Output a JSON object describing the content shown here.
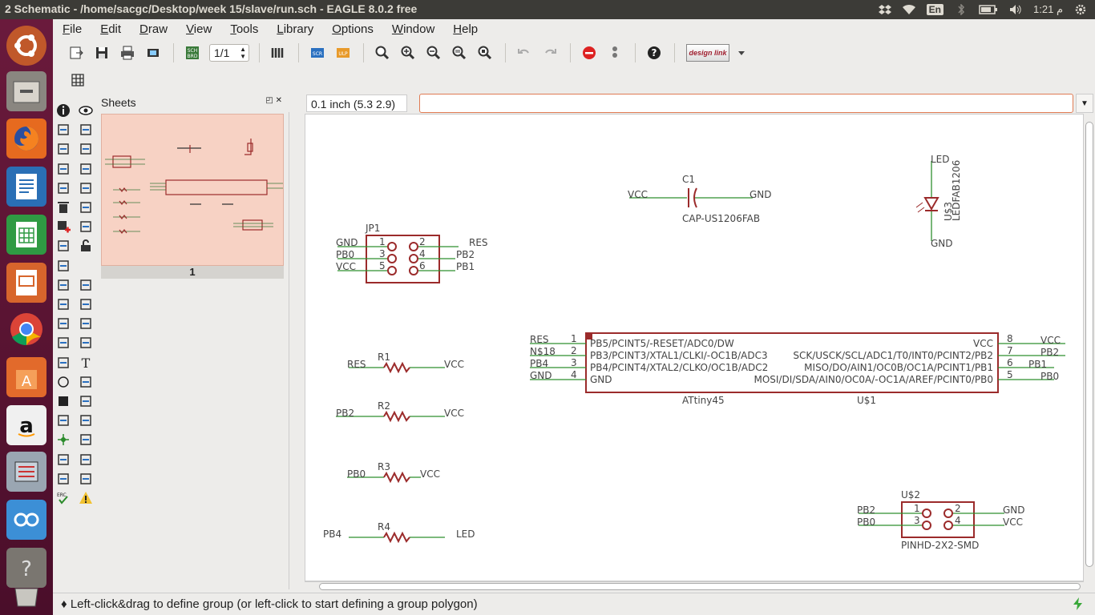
{
  "window": {
    "title": "2 Schematic - /home/sacgc/Desktop/week 15/slave/run.sch - EAGLE 8.0.2 free"
  },
  "tray": {
    "keyboard": "En",
    "time": "1:21 م"
  },
  "launcher": [
    {
      "name": "ubuntu-dash-icon"
    },
    {
      "name": "files-icon"
    },
    {
      "name": "firefox-icon"
    },
    {
      "name": "writer-icon"
    },
    {
      "name": "calc-icon"
    },
    {
      "name": "impress-icon"
    },
    {
      "name": "chrome-icon"
    },
    {
      "name": "software-center-icon"
    },
    {
      "name": "amazon-icon"
    },
    {
      "name": "eagle-app-icon"
    },
    {
      "name": "arduino-icon"
    },
    {
      "name": "trash-icon"
    }
  ],
  "menubar": [
    {
      "label": "File",
      "key": "F",
      "rest": "ile"
    },
    {
      "label": "Edit",
      "key": "E",
      "rest": "dit"
    },
    {
      "label": "Draw",
      "key": "D",
      "rest": "raw"
    },
    {
      "label": "View",
      "key": "V",
      "rest": "iew"
    },
    {
      "label": "Tools",
      "key": "T",
      "rest": "ools"
    },
    {
      "label": "Library",
      "key": "L",
      "rest": "ibrary"
    },
    {
      "label": "Options",
      "key": "O",
      "rest": "ptions"
    },
    {
      "label": "Window",
      "key": "W",
      "rest": "indow"
    },
    {
      "label": "Help",
      "key": "H",
      "rest": "elp"
    }
  ],
  "toolbar": {
    "page": "1/1",
    "design_link": "design link"
  },
  "sheets": {
    "title": "Sheets",
    "sheet_number": "1"
  },
  "coordinates": "0.1 inch (5.3 2.9)",
  "command": {
    "value": ""
  },
  "schematic": {
    "jp1": {
      "name": "JP1",
      "pins_left": [
        "1",
        "3",
        "5"
      ],
      "pins_right": [
        "2",
        "4",
        "6"
      ],
      "nets_left": [
        "GND",
        "PB0",
        "VCC"
      ],
      "nets_right": [
        "RES",
        "PB2",
        "PB1"
      ]
    },
    "c1": {
      "name": "C1",
      "value": "CAP-US1206FAB",
      "left": "VCC",
      "right": "GND"
    },
    "led": {
      "top": "LED",
      "name": "U$3",
      "value": "LEDFAB1206",
      "bottom": "GND"
    },
    "r1": {
      "name": "R1",
      "left": "RES",
      "right": "VCC"
    },
    "r2": {
      "name": "R2",
      "left": "PB2",
      "right": "VCC"
    },
    "r3": {
      "name": "R3",
      "left": "PB0",
      "right": "VCC"
    },
    "r4": {
      "name": "R4",
      "left": "PB4",
      "right": "LED"
    },
    "attiny": {
      "name": "U$1",
      "value": "ATtiny45",
      "left_nets": [
        "RES",
        "N$18",
        "PB4",
        "GND"
      ],
      "left_nums": [
        "1",
        "2",
        "3",
        "4"
      ],
      "left_funcs": [
        "PB5/PCINT5/-RESET/ADC0/DW",
        "PB3/PCINT3/XTAL1/CLKI/-OC1B/ADC3",
        "PB4/PCINT4/XTAL2/CLKO/OC1B/ADC2",
        "GND"
      ],
      "right_funcs": [
        "VCC",
        "SCK/USCK/SCL/ADC1/T0/INT0/PCINT2/PB2",
        "MISO/DO/AIN1/OC0B/OC1A/PCINT1/PB1",
        "MOSI/DI/SDA/AIN0/OC0A/-OC1A/AREF/PCINT0/PB0"
      ],
      "right_nums": [
        "8",
        "7",
        "6",
        "5"
      ],
      "right_nets": [
        "VCC",
        "PB2",
        "PB1",
        "PB0"
      ]
    },
    "u2": {
      "name": "U$2",
      "value": "PINHD-2X2-SMD",
      "pins_left": [
        "1",
        "3"
      ],
      "pins_right": [
        "2",
        "4"
      ],
      "nets_left": [
        "PB2",
        "PB0"
      ],
      "nets_right": [
        "GND",
        "VCC"
      ]
    }
  },
  "status": {
    "message": "♦ Left-click&drag to define group (or left-click to start defining a group polygon)"
  }
}
